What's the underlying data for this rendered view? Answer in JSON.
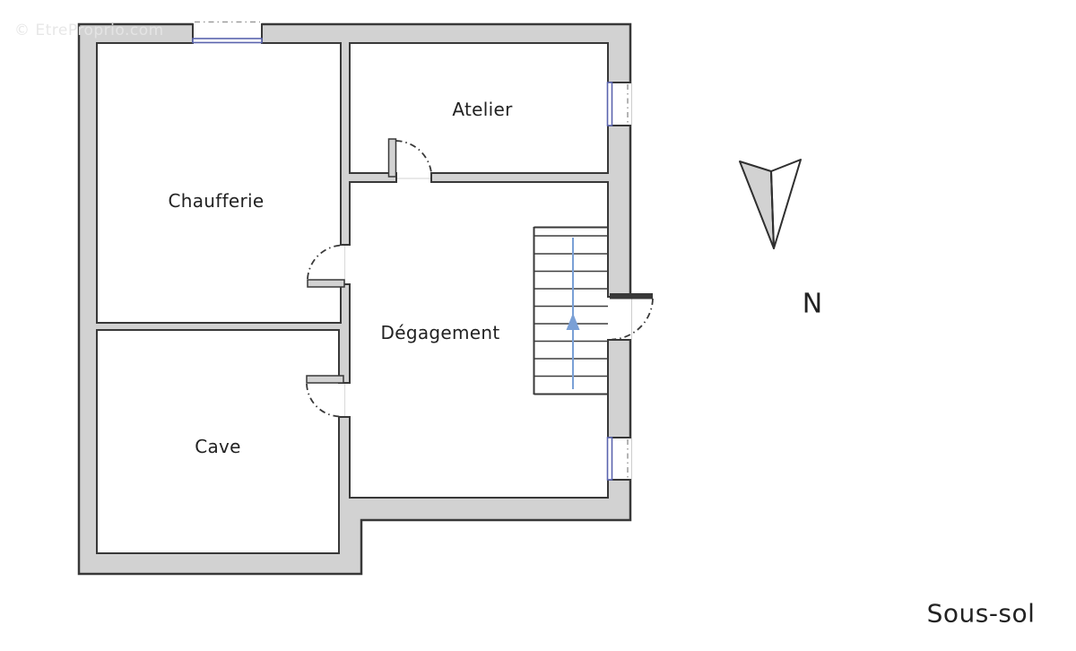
{
  "title": "Sous-sol",
  "watermark": {
    "text": "© EtreProprio.com"
  },
  "compass": {
    "label": "N"
  },
  "rooms": [
    {
      "id": "chaufferie",
      "label": "Chaufferie"
    },
    {
      "id": "atelier",
      "label": "Atelier"
    },
    {
      "id": "degagement",
      "label": "Dégagement"
    },
    {
      "id": "cave",
      "label": "Cave"
    }
  ],
  "stairs": {
    "direction": "up",
    "treads": 10
  },
  "colors": {
    "page_bg": "#ffffff",
    "floor_white": "#ffffff",
    "wall_fill": "#d2d2d2",
    "wall_outline": "#383838",
    "window_blue": "#5a64ae",
    "dash_gray": "#9c9c9c",
    "arrow_blue": "#7aa0d6",
    "north_fill": "#d2d2d2",
    "text_dark": "#222222",
    "watermark_gray": "#e6e6e6"
  }
}
